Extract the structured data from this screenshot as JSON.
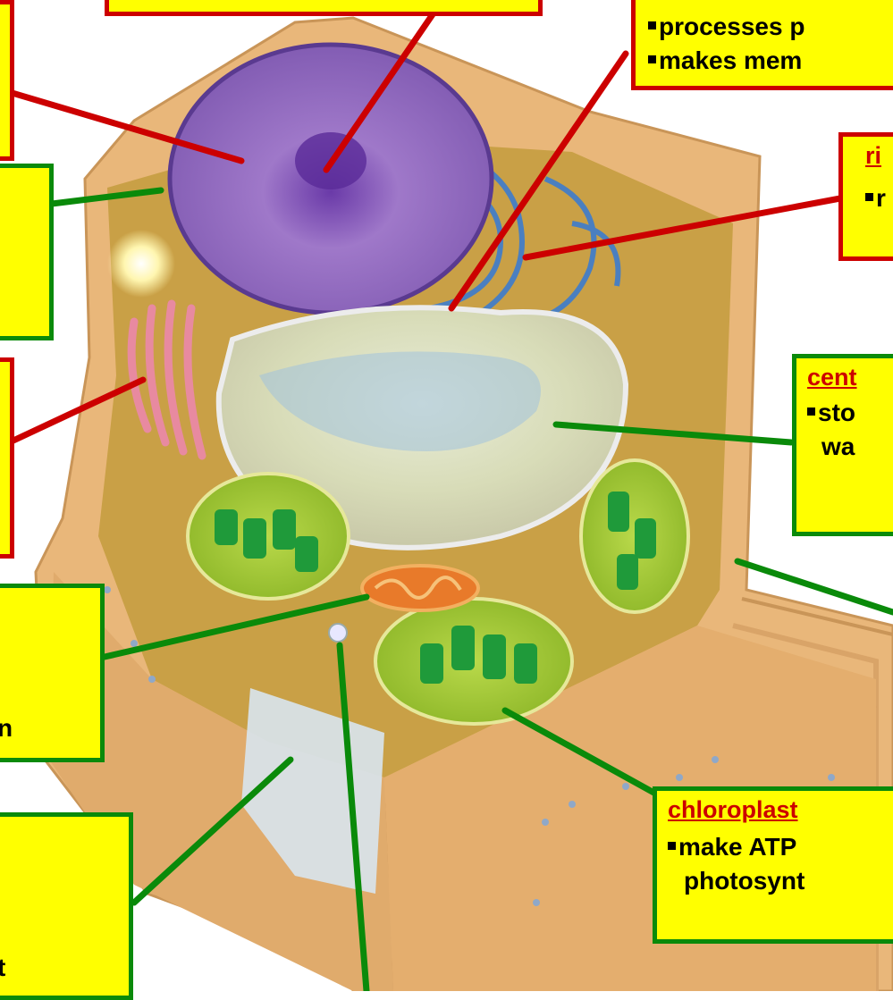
{
  "labels": {
    "er_lines": [
      "processes p",
      "makes mem"
    ],
    "ribosome_title": "ri",
    "ribosome_line": "r",
    "central_vacuole_title": "cent",
    "central_vacuole_lines": [
      "sto",
      "wa"
    ],
    "chloroplast_title": "chloroplast",
    "chloroplast_lines": [
      "make ATP",
      "photosynt"
    ],
    "mito_box_fragment": "n",
    "bottom_left_fragment": "t"
  },
  "colors": {
    "callout_fill": "#ffff00",
    "animal_organelle_border": "#cc0000",
    "plant_organelle_border": "#0a8a0a",
    "title_text": "#cc0000"
  }
}
